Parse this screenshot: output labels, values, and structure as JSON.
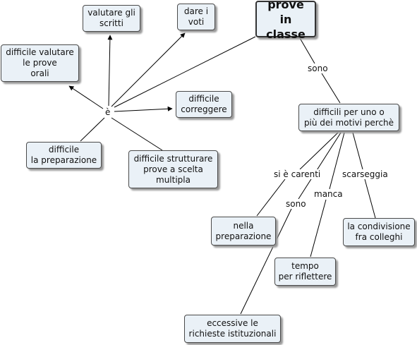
{
  "nodes": {
    "main": "prove in\nclasse",
    "valutare_scritti": "valutare gli\nscritti",
    "dare_voti": "dare i\nvoti",
    "valutare_orali": "difficile valutare\nle prove\norali",
    "correggere": "difficile\ncorreggere",
    "preparazione": "difficile\nla preparazione",
    "strutturare": "difficile strutturare\nprove a scelta\nmultipla",
    "motivi": "difficili per uno o\npiù dei motivi perchè",
    "nella_prep": "nella\npreparazione",
    "condivisione": "la condivisione\nfra colleghi",
    "tempo": "tempo\nper riflettere",
    "eccessive": "eccessive le\nrichieste istituzionali"
  },
  "links": {
    "e": "è",
    "sono1": "sono",
    "si_carenti": "si è carenti",
    "scarseggia": "scarseggia",
    "manca": "manca",
    "sono2": "sono"
  }
}
